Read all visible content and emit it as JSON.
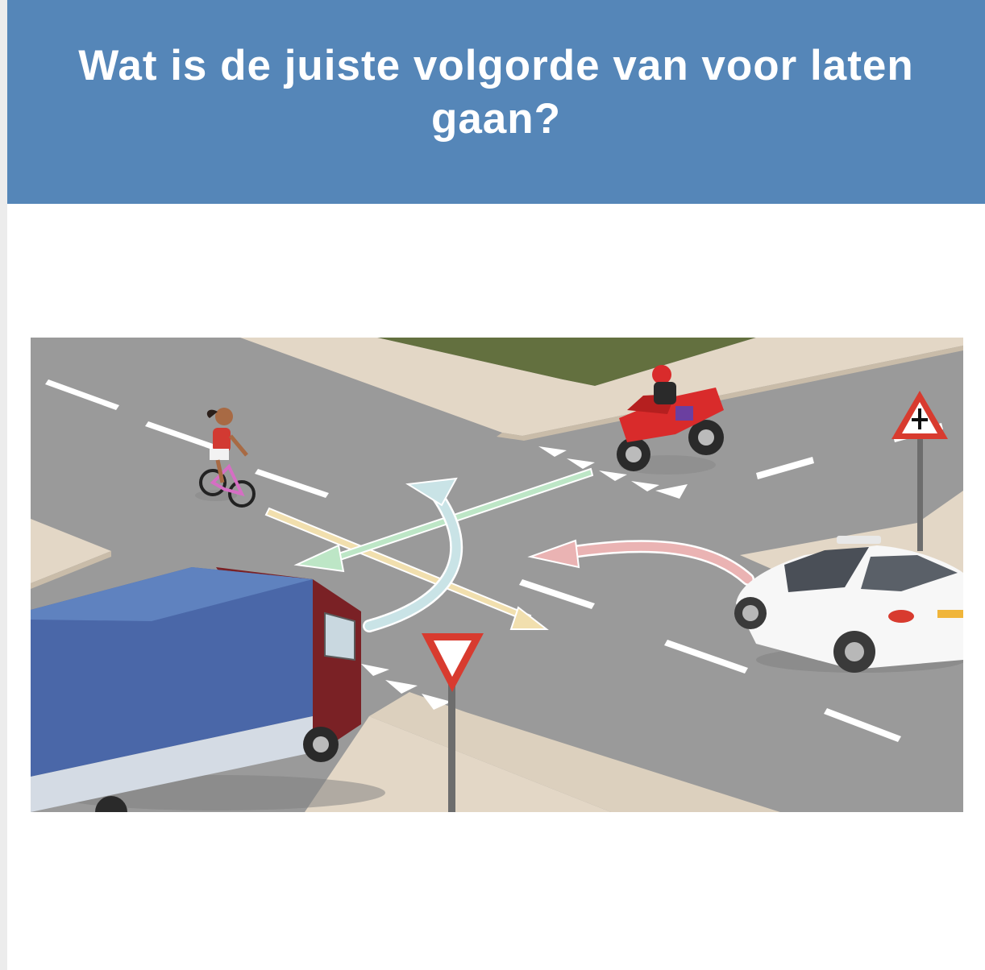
{
  "question": {
    "title": "Wat is de juiste volgorde van voor laten gaan?"
  },
  "scene": {
    "road_users": [
      "cyclist",
      "motorcycle",
      "car",
      "truck"
    ],
    "signs": [
      "yield-sign",
      "priority-crossroad-sign"
    ],
    "colors": {
      "header": "#5586b8",
      "road": "#9a9a9a",
      "sidewalk": "#e3d7c6",
      "grass": "#63703f",
      "arrow_green": "#bde6c6",
      "arrow_blue": "#c9e3e6",
      "arrow_yellow": "#f1dfae",
      "arrow_pink": "#eab3b3"
    }
  }
}
